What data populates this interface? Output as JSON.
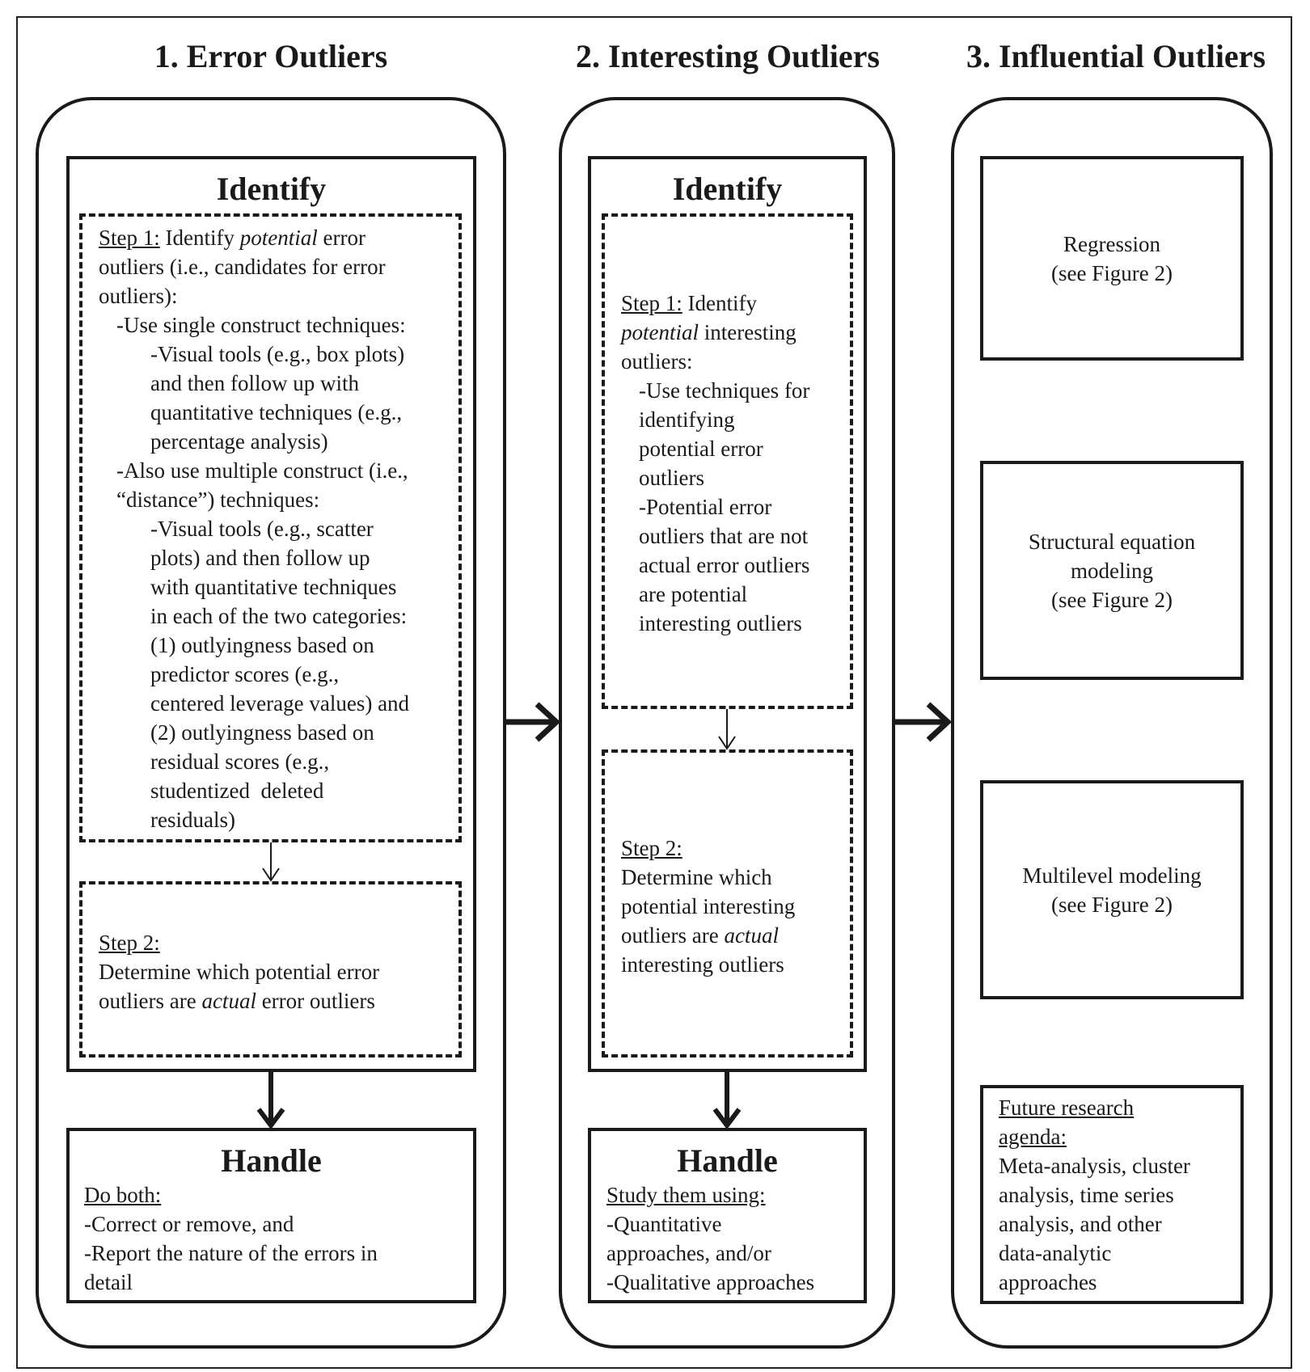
{
  "columns": [
    {
      "title": "1. Error Outliers",
      "identify": {
        "heading": "Identify",
        "step1": {
          "label": "Step 1:",
          "lines": [
            {
              "pre": " Identify ",
              "em": "potential",
              "post": " error"
            },
            "outliers (i.e., candidates for error",
            "outliers):",
            "-Use single construct techniques:",
            "-Visual tools (e.g., box plots)",
            "and then follow up with",
            "quantitative techniques (e.g.,",
            "percentage analysis)",
            "-Also use multiple construct (i.e.,",
            "“distance”) techniques:",
            "-Visual tools (e.g., scatter",
            "plots) and then follow up",
            "with quantitative techniques",
            "in each of the two categories:",
            "(1) outlyingness based on",
            "predictor scores (e.g.,",
            "centered leverage values) and",
            "(2) outlyingness based on",
            "residual scores (e.g.,",
            "studentized  deleted",
            "residuals)"
          ]
        },
        "step2": {
          "label": "Step 2:",
          "line1": "Determine which potential error",
          "line2_pre": "outliers are ",
          "line2_em": "actual",
          "line2_post": " error outliers"
        }
      },
      "handle": {
        "heading": "Handle",
        "label": "Do both:",
        "lines": [
          "-Correct or remove, and",
          "-Report the nature of the errors in",
          "detail"
        ]
      }
    },
    {
      "title": "2. Interesting Outliers",
      "identify": {
        "heading": "Identify",
        "step1": {
          "label": "Step 1:",
          "post_label": " Identify",
          "line2_em": "potential",
          "line2_post": " interesting",
          "lines": [
            "outliers:",
            "-Use techniques for",
            "identifying",
            "potential error",
            "outliers",
            "-Potential error",
            "outliers that are not",
            "actual error outliers",
            "are potential",
            "interesting outliers"
          ]
        },
        "step2": {
          "label": "Step 2:",
          "line1": "Determine which",
          "line2": "potential interesting",
          "line3_pre": "outliers are ",
          "line3_em": "actual",
          "line4": "interesting outliers"
        }
      },
      "handle": {
        "heading": "Handle",
        "label": "Study them using:",
        "lines": [
          "-Quantitative",
          "approaches, and/or",
          "-Qualitative approaches"
        ]
      }
    },
    {
      "title": "3. Influential Outliers",
      "boxes": [
        {
          "lines": [
            "Regression",
            "(see Figure 2)"
          ]
        },
        {
          "lines": [
            "Structural equation",
            "modeling",
            "(see Figure 2)"
          ]
        },
        {
          "lines": [
            "Multilevel modeling",
            "(see Figure 2)"
          ]
        }
      ],
      "future": {
        "label_lines": [
          "Future research",
          "agenda:"
        ],
        "lines": [
          "Meta-analysis, cluster",
          "analysis, time series",
          "analysis, and other",
          "data-analytic",
          "approaches"
        ]
      }
    }
  ]
}
